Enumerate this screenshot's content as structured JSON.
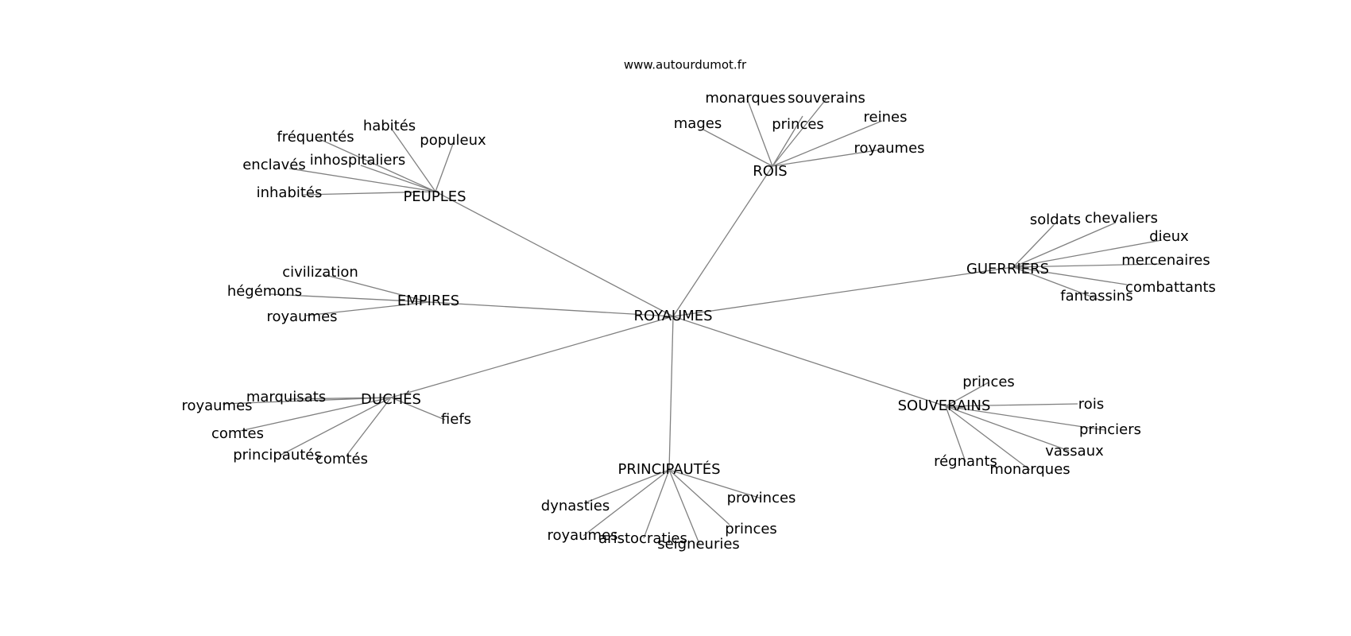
{
  "watermark": "www.autourdumot.fr",
  "colors": {
    "edge": "#808080",
    "text": "#000000",
    "background": "#ffffff"
  },
  "graph": {
    "root": "ROYAUMES",
    "groups": [
      {
        "id": "rois",
        "label": "ROIS",
        "children": [
          "monarques",
          "souverains",
          "mages",
          "princes",
          "reines",
          "royaumes"
        ]
      },
      {
        "id": "peuples",
        "label": "PEUPLES",
        "children": [
          "habités",
          "fréquentés",
          "populeux",
          "enclavés",
          "inhospitaliers",
          "inhabités"
        ]
      },
      {
        "id": "guerriers",
        "label": "GUERRIERS",
        "children": [
          "soldats",
          "chevaliers",
          "dieux",
          "mercenaires",
          "combattants",
          "fantassins"
        ]
      },
      {
        "id": "empires",
        "label": "EMPIRES",
        "children": [
          "civilization",
          "hégémons",
          "royaumes"
        ]
      },
      {
        "id": "duches",
        "label": "DUCHÉS",
        "children": [
          "marquisats",
          "royaumes",
          "comtes",
          "principautés",
          "comtés",
          "fiefs"
        ]
      },
      {
        "id": "souverains",
        "label": "SOUVERAINS",
        "children": [
          "princes",
          "rois",
          "princiers",
          "vassaux",
          "régnants",
          "monarques"
        ]
      },
      {
        "id": "principautes",
        "label": "PRINCIPAUTÉS",
        "children": [
          "dynasties",
          "provinces",
          "princes",
          "royaumes",
          "aristocraties",
          "seigneuries"
        ]
      }
    ]
  }
}
